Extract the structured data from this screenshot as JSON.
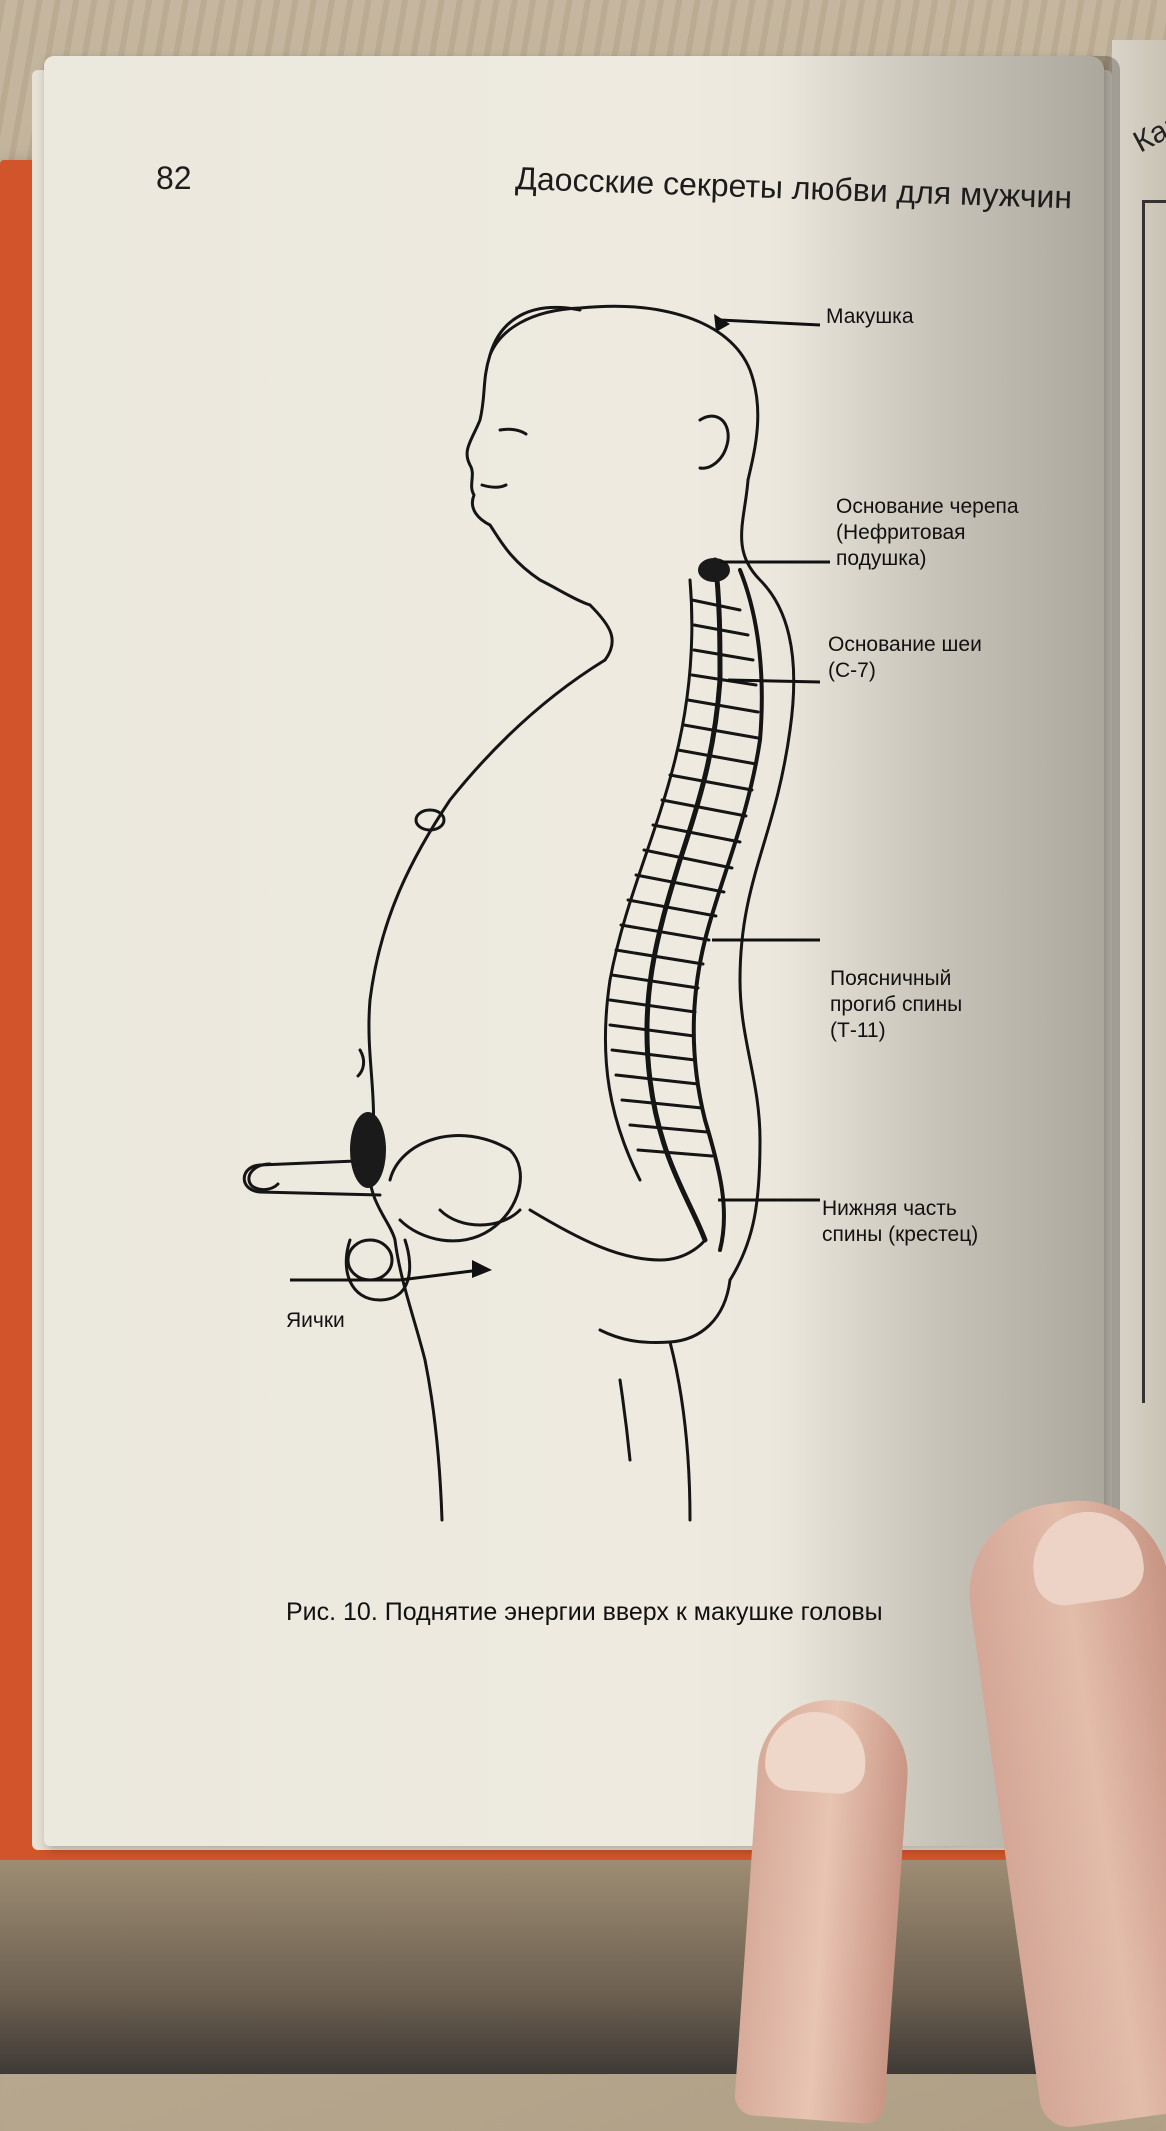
{
  "book": {
    "page_number": "82",
    "running_head": "Даосские секреты любви для мужчин",
    "next_page_fragment": "Как"
  },
  "figure": {
    "labels": {
      "crown": "Макушка",
      "skull_base_1": "Основание черепа",
      "skull_base_2": "(Нефритовая",
      "skull_base_3": "подушка)",
      "neck_base_1": "Основание шеи",
      "neck_base_2": "(С-7)",
      "lumbar_1": "Поясничный",
      "lumbar_2": "прогиб спины",
      "lumbar_3": "(Т-11)",
      "sacrum_1": "Нижняя часть",
      "sacrum_2": "спины (крестец)",
      "testicles": "Яички"
    },
    "caption": "Рис. 10. Поднятие энергии вверх к макушке головы"
  },
  "colors": {
    "page": "#eeeae0",
    "ink": "#111111",
    "cover": "#d2542a"
  }
}
